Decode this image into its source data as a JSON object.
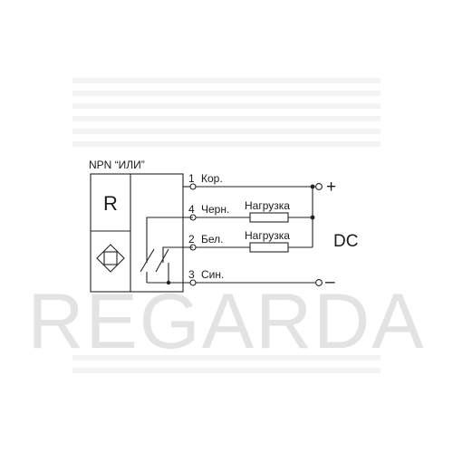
{
  "sensor": {
    "title": "NPN “ИЛИ”",
    "letter": "R"
  },
  "wires": [
    {
      "number": "1",
      "label": "Кор."
    },
    {
      "number": "4",
      "label": "Черн."
    },
    {
      "number": "2",
      "label": "Бел."
    },
    {
      "number": "3",
      "label": "Син."
    }
  ],
  "loads": [
    {
      "label": "Нагрузка"
    },
    {
      "label": "Нагрузка"
    }
  ],
  "supply": {
    "label": "DC",
    "plus": "+",
    "minus": "–"
  },
  "watermark": "REGARDA",
  "colors": {
    "line": "#222222",
    "watermark": "#e3e3e3"
  }
}
